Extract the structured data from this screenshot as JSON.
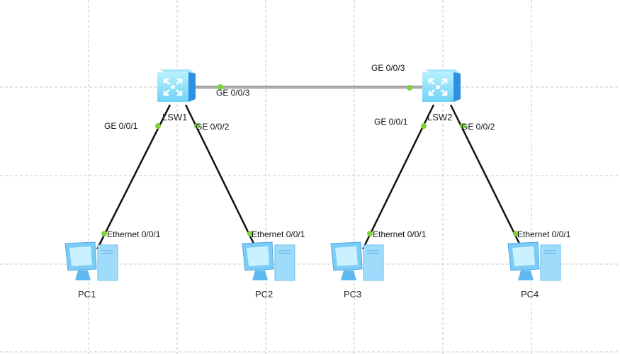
{
  "devices": {
    "lsw1": {
      "name": "LSW1"
    },
    "lsw2": {
      "name": "LSW2"
    },
    "pc1": {
      "name": "PC1"
    },
    "pc2": {
      "name": "PC2"
    },
    "pc3": {
      "name": "PC3"
    },
    "pc4": {
      "name": "PC4"
    }
  },
  "links": {
    "lsw1_lsw2": {
      "a_port": "GE 0/0/3",
      "b_port": "GE 0/0/3"
    },
    "lsw1_pc1": {
      "a_port": "GE 0/0/1",
      "b_port": "Ethernet 0/0/1"
    },
    "lsw1_pc2": {
      "a_port": "GE 0/0/2",
      "b_port": "Ethernet 0/0/1"
    },
    "lsw2_pc3": {
      "a_port": "GE 0/0/1",
      "b_port": "Ethernet 0/0/1"
    },
    "lsw2_pc4": {
      "a_port": "GE 0/0/2",
      "b_port": "Ethernet 0/0/1"
    }
  },
  "colors": {
    "port_dot": "#7fd23a",
    "device": "#8fe0f8"
  }
}
